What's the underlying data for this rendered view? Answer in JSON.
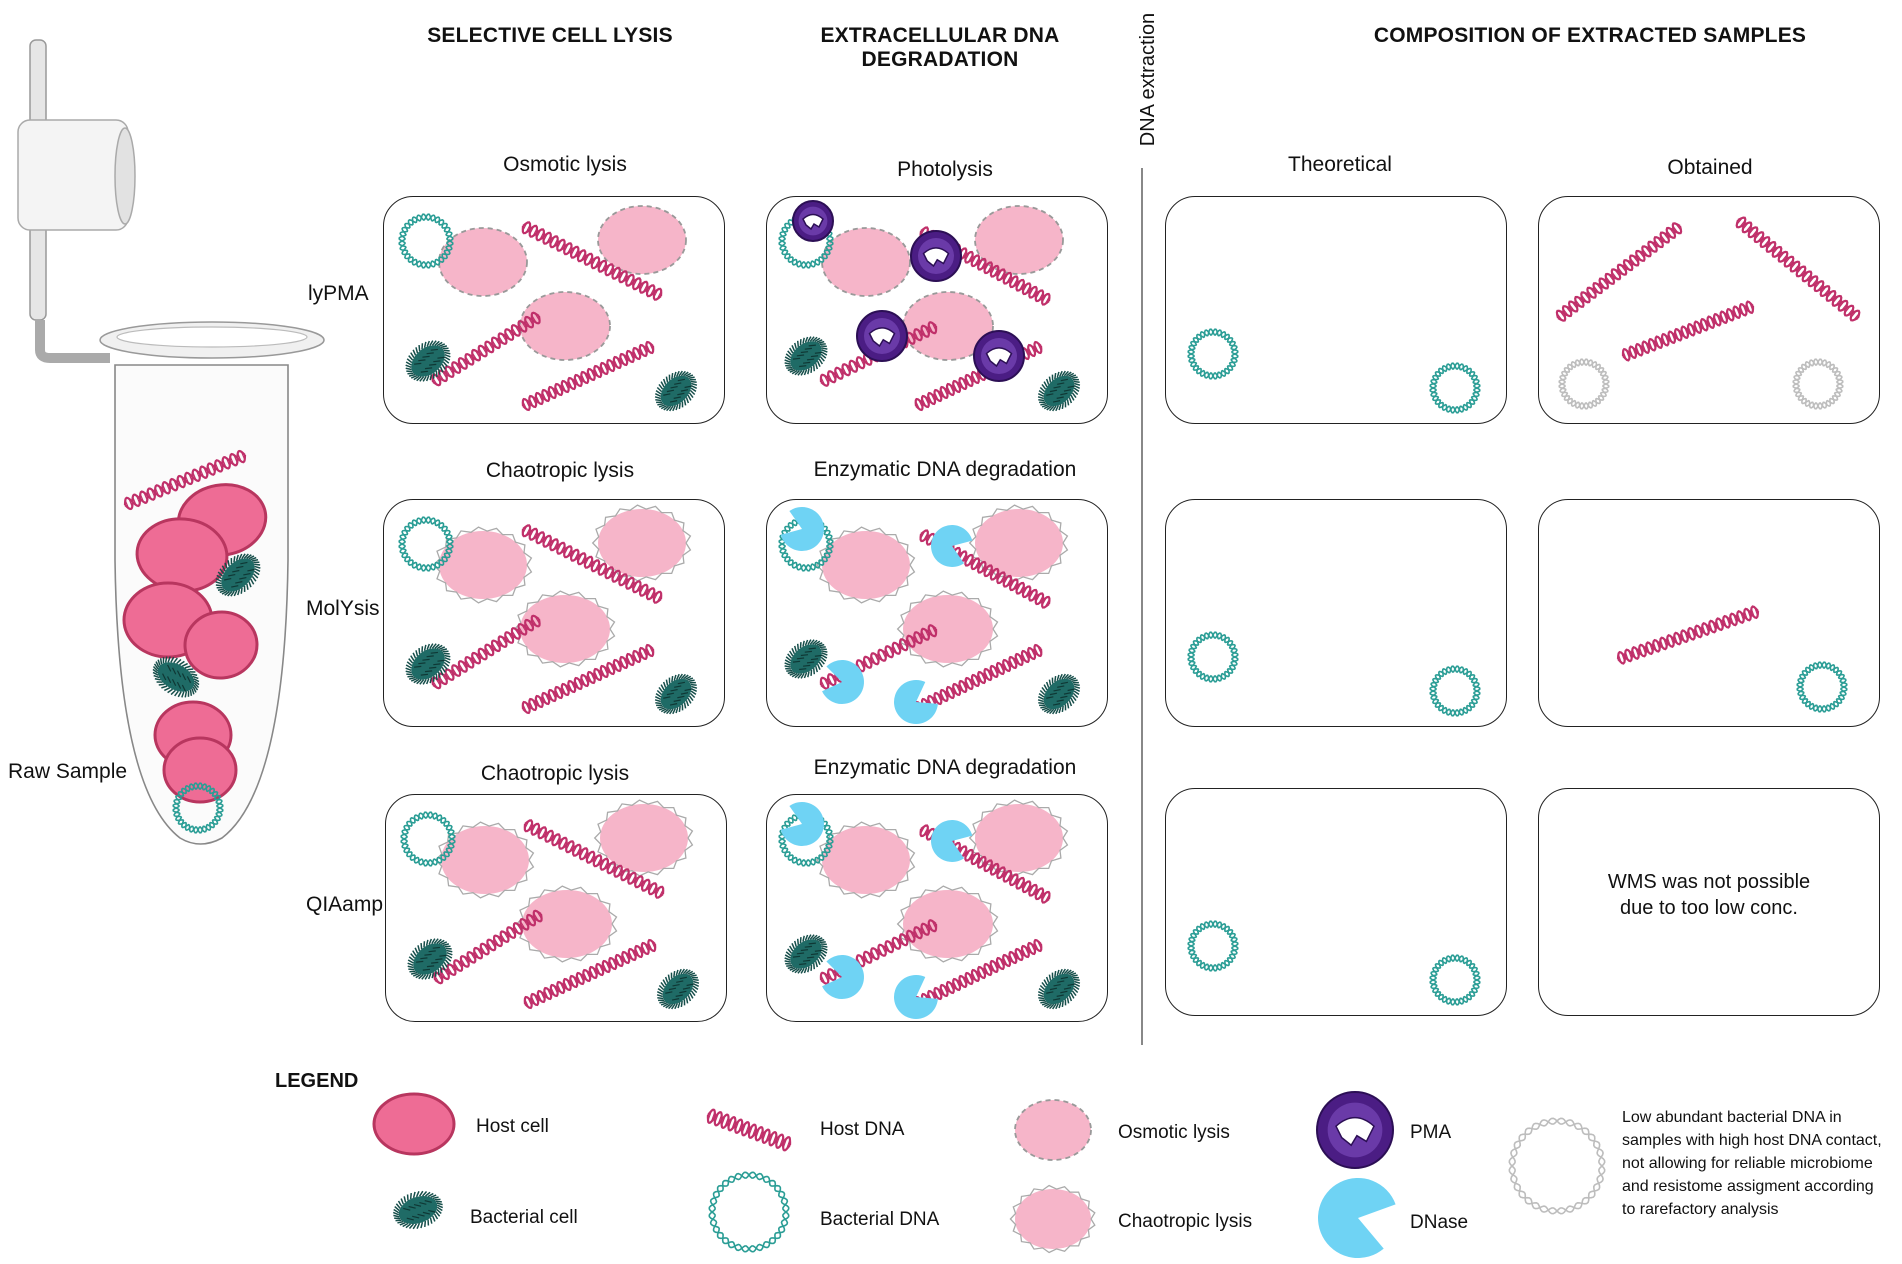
{
  "headers": {
    "selective_cell_lysis": "SELECTIVE CELL LYSIS",
    "extracellular_dna_degradation": "EXTRACELLULAR DNA DEGRADATION",
    "dna_extraction": "DNA extraction",
    "composition": "COMPOSITION OF EXTRACTED SAMPLES"
  },
  "raw_sample_label": "Raw Sample",
  "rows": [
    {
      "label": "lyPMA",
      "lysis": "Osmotic lysis",
      "degradation": "Photolysis"
    },
    {
      "label": "MolYsis",
      "lysis": "Chaotropic lysis",
      "degradation": "Enzymatic DNA degradation"
    },
    {
      "label": "QIAamp",
      "lysis": "Chaotropic lysis",
      "degradation": "Enzymatic DNA degradation"
    }
  ],
  "composition_columns": {
    "theoretical": "Theoretical",
    "obtained": "Obtained"
  },
  "qiaamp_obtained_message": "WMS was not possible due to too low conc.",
  "legend": {
    "title": "LEGEND",
    "items": {
      "host_cell": "Host cell",
      "bacterial_cell": "Bacterial cell",
      "host_dna": "Host DNA",
      "bacterial_dna": "Bacterial DNA",
      "osmotic_lysis": "Osmotic lysis",
      "chaotropic_lysis": "Chaotropic lysis",
      "pma": "PMA",
      "dnase": "DNase"
    },
    "note": "Low abundant bacterial DNA in samples with high host DNA contact, not allowing for reliable microbiome and resistome assigment according to rarefactory analysis"
  },
  "colors": {
    "host_cell": "#ee6c95",
    "host_cell_lysed": "#f6b5c9",
    "host_dna": "#c0306a",
    "bacterial_cell": "#1f6b66",
    "bacterial_dna": "#2a9d95",
    "pma": "#4b1d84",
    "dnase": "#6fd3f4",
    "faded_dna": "#bdbdbd"
  }
}
